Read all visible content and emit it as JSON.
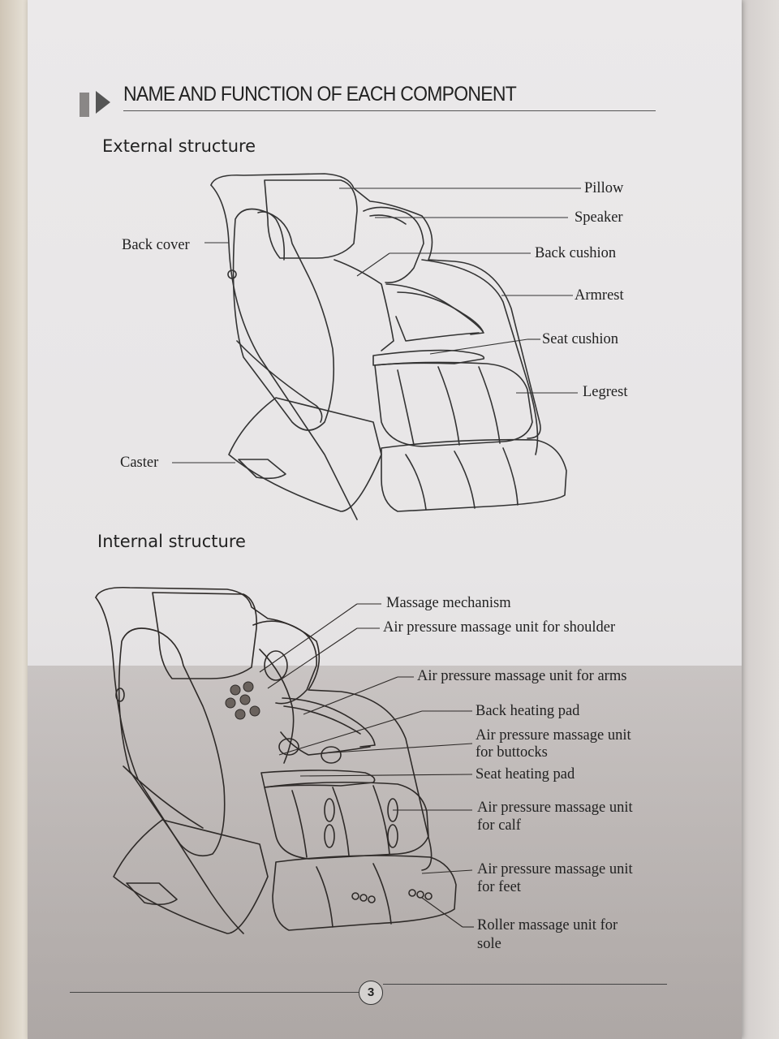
{
  "header": {
    "title": "NAME AND FUNCTION OF EACH COMPONENT"
  },
  "external": {
    "heading": "External structure",
    "labels": {
      "pillow": "Pillow",
      "speaker": "Speaker",
      "back_cover": "Back cover",
      "back_cushion": "Back cushion",
      "armrest": "Armrest",
      "seat_cushion": "Seat cushion",
      "legrest": "Legrest",
      "caster": "Caster"
    }
  },
  "internal": {
    "heading": "Internal structure",
    "labels": {
      "massage_mechanism": "Massage mechanism",
      "shoulder": "Air pressure massage unit for shoulder",
      "arms": "Air pressure massage unit for arms",
      "back_heating": "Back heating pad",
      "buttocks_1": "Air pressure massage unit",
      "buttocks_2": "for buttocks",
      "seat_heating": "Seat heating pad",
      "calf_1": "Air pressure massage unit",
      "calf_2": "for calf",
      "feet_1": "Air pressure massage unit",
      "feet_2": "for feet",
      "sole_1": "Roller massage unit for",
      "sole_2": "sole"
    }
  },
  "footer": {
    "page_number": "3"
  }
}
